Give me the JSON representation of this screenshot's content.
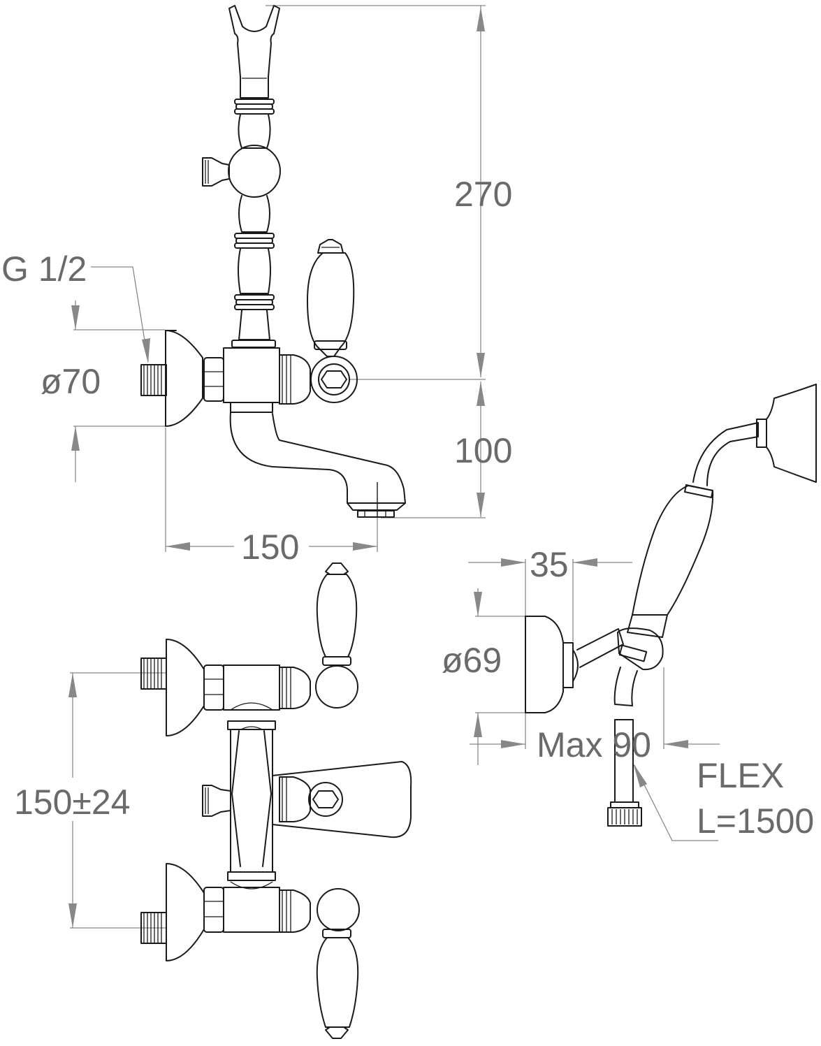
{
  "labels": {
    "height_total": "270",
    "thread": "G 1/2",
    "flange_dia_top": "ø70",
    "spout_drop": "100",
    "spout_reach": "150",
    "flange_depth": "35",
    "flange_dia_side": "ø69",
    "center_distance": "150±24",
    "hose_type": "FLEX",
    "hose_length": "L=1500",
    "max_depth": "Max 90"
  }
}
